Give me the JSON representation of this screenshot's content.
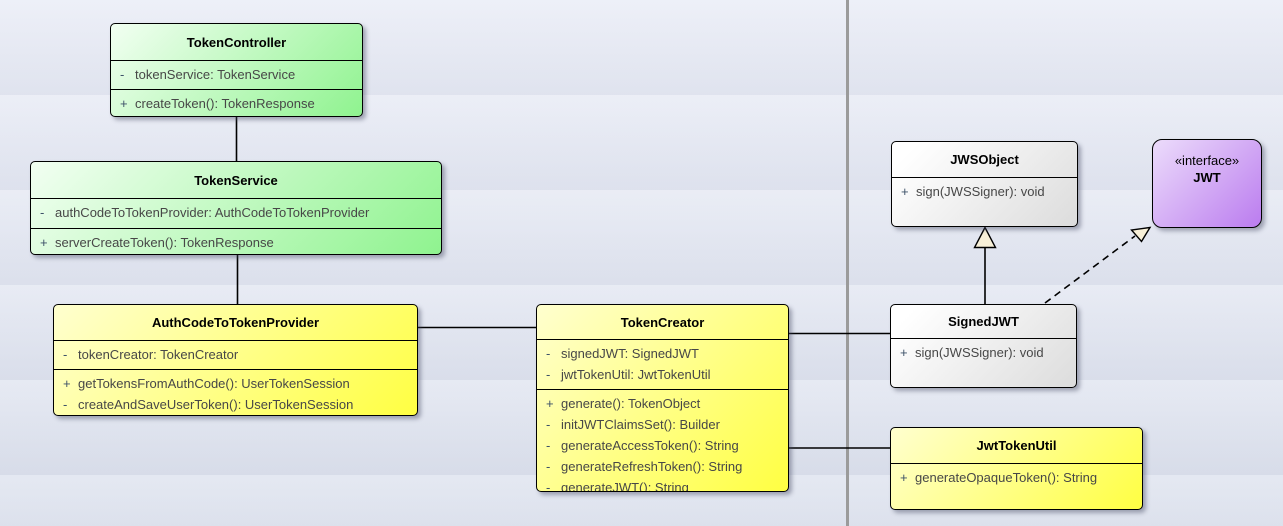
{
  "colors": {
    "canvas-top": "#e9ecf6",
    "canvas-bottom": "#dde2ee",
    "green": "#8ff38f",
    "yellow": "#ffff42",
    "gray": "#dcdcdc",
    "purple": "#bb7cef",
    "triangle-fill": "#f8f0d8",
    "page-line": "#9b9b9b",
    "wire": "#000000"
  },
  "classes": {
    "token_controller": {
      "name": "TokenController",
      "attributes": [
        {
          "vis": "-",
          "text": "tokenService: TokenService"
        }
      ],
      "methods": [
        {
          "vis": "+",
          "text": "createToken(): TokenResponse"
        }
      ]
    },
    "token_service": {
      "name": "TokenService",
      "attributes": [
        {
          "vis": "-",
          "text": "authCodeToTokenProvider: AuthCodeToTokenProvider"
        }
      ],
      "methods": [
        {
          "vis": "+",
          "text": "serverCreateToken(): TokenResponse"
        }
      ]
    },
    "auth_code_to_token_provider": {
      "name": "AuthCodeToTokenProvider",
      "attributes": [
        {
          "vis": "-",
          "text": "tokenCreator: TokenCreator"
        }
      ],
      "methods": [
        {
          "vis": "+",
          "text": "getTokensFromAuthCode(): UserTokenSession"
        },
        {
          "vis": "-",
          "text": "createAndSaveUserToken(): UserTokenSession"
        }
      ]
    },
    "token_creator": {
      "name": "TokenCreator",
      "attributes": [
        {
          "vis": "-",
          "text": "signedJWT: SignedJWT"
        },
        {
          "vis": "-",
          "text": "jwtTokenUtil: JwtTokenUtil"
        }
      ],
      "methods": [
        {
          "vis": "+",
          "text": "generate(): TokenObject"
        },
        {
          "vis": "-",
          "text": "initJWTClaimsSet(): Builder"
        },
        {
          "vis": "-",
          "text": "generateAccessToken(): String"
        },
        {
          "vis": "-",
          "text": "generateRefreshToken(): String"
        },
        {
          "vis": "-",
          "text": "generateJWT(): String"
        }
      ]
    },
    "jws_object": {
      "name": "JWSObject",
      "methods": [
        {
          "vis": "+",
          "text": "sign(JWSSigner): void"
        }
      ]
    },
    "signed_jwt": {
      "name": "SignedJWT",
      "methods": [
        {
          "vis": "+",
          "text": "sign(JWSSigner): void"
        }
      ]
    },
    "jwt_interface": {
      "stereotype": "«interface»",
      "name": "JWT"
    },
    "jwt_token_util": {
      "name": "JwtTokenUtil",
      "methods": [
        {
          "vis": "+",
          "text": "generateOpaqueToken(): String"
        }
      ]
    }
  },
  "relationships": [
    {
      "from": "TokenController",
      "to": "TokenService",
      "type": "association"
    },
    {
      "from": "TokenService",
      "to": "AuthCodeToTokenProvider",
      "type": "association"
    },
    {
      "from": "AuthCodeToTokenProvider",
      "to": "TokenCreator",
      "type": "association"
    },
    {
      "from": "TokenCreator",
      "to": "SignedJWT",
      "type": "association"
    },
    {
      "from": "TokenCreator",
      "to": "JwtTokenUtil",
      "type": "association"
    },
    {
      "from": "SignedJWT",
      "to": "JWSObject",
      "type": "generalization"
    },
    {
      "from": "SignedJWT",
      "to": "JWT",
      "type": "realization"
    }
  ]
}
